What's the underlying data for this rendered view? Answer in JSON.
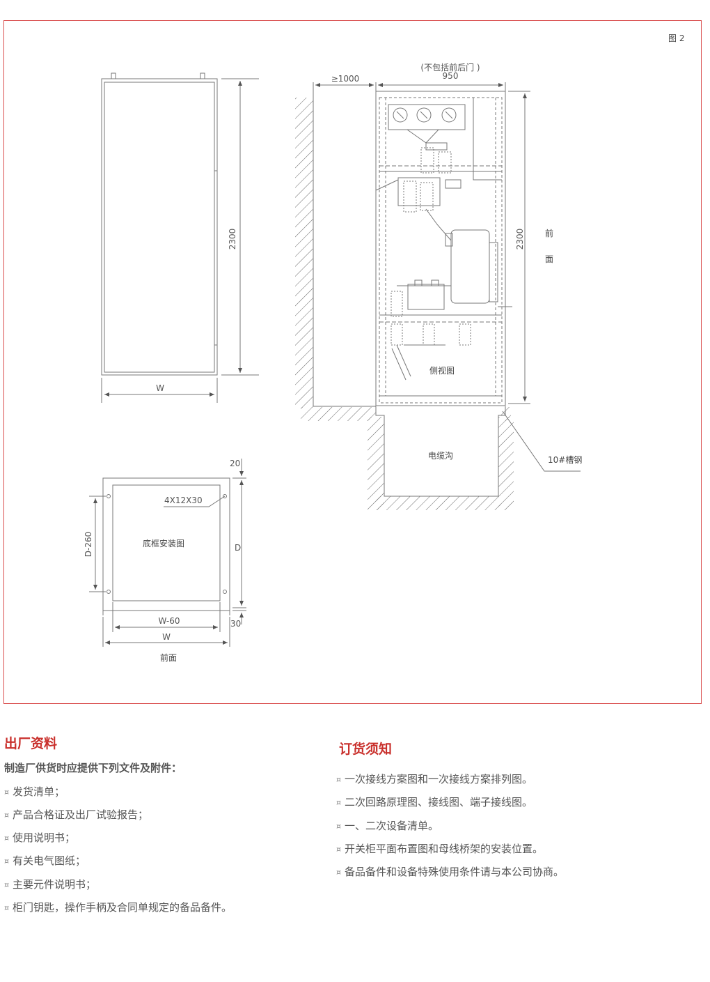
{
  "figure": {
    "label": "图 2",
    "front_view": {
      "height_dim": "2300",
      "width_dim": "W"
    },
    "side_view": {
      "top_note": "(不包括前后门 )",
      "depth_dim": "950",
      "clearance_dim": "≥1000",
      "height_dim": "2300",
      "front_label_1": "前",
      "front_label_2": "面",
      "title": "侧视图",
      "cable_trench": "电缆沟",
      "channel_steel": "10#槽钢"
    },
    "base_frame": {
      "title": "底框安装图",
      "hole_spec": "4X12X30",
      "dim_20": "20",
      "dim_d260": "D-260",
      "dim_d": "D",
      "dim_30": "30",
      "dim_w60": "W-60",
      "dim_w": "W",
      "front": "前面"
    }
  },
  "factory_docs": {
    "title": "出厂资料",
    "subtitle": "制造厂供货时应提供下列文件及附件：",
    "bullet_mark": "¤",
    "items": [
      "发货清单；",
      "产品合格证及出厂试验报告；",
      "使用说明书；",
      "有关电气图纸；",
      "主要元件说明书；",
      "柜门钥匙，操作手柄及合同单规定的备品备件。"
    ]
  },
  "order_notes": {
    "title": "订货须知",
    "bullet_mark": "¤",
    "items": [
      "一次接线方案图和一次接线方案排列图。",
      "二次回路原理图、接线图、端子接线图。",
      "一、二次设备清单。",
      "开关柜平面布置图和母线桥架的安装位置。",
      "备品备件和设备特殊使用条件请与本公司协商。"
    ]
  }
}
